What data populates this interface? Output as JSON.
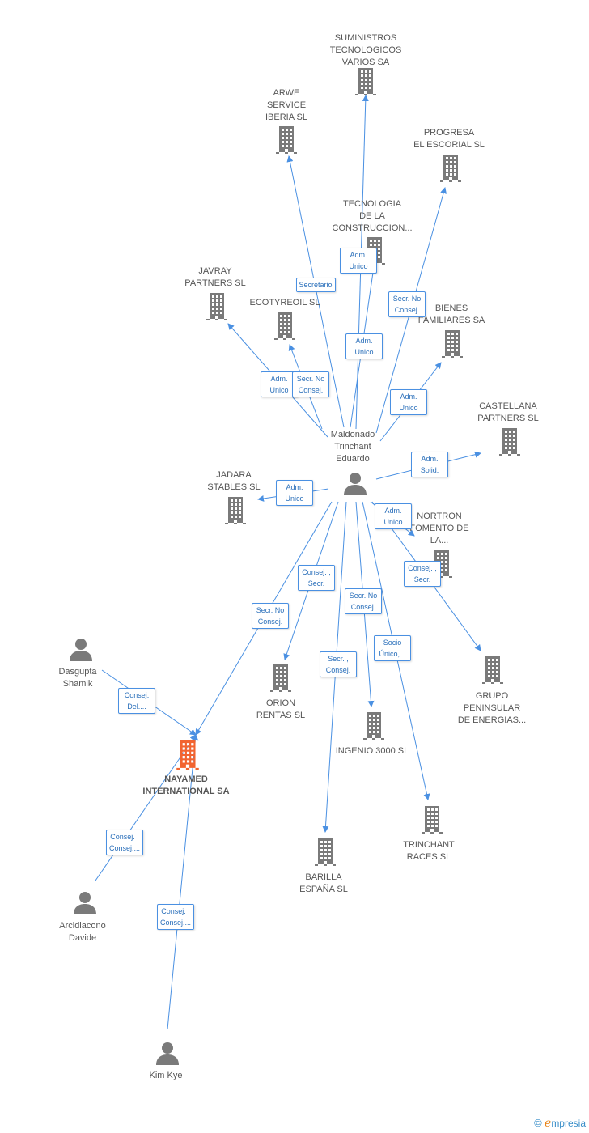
{
  "colors": {
    "edge": "#4a90e2",
    "company": "#7a7a7a",
    "focus_company": "#f26430",
    "person": "#7a7a7a"
  },
  "nodes": {
    "suministros": {
      "label": "SUMINISTROS\nTECNOLOGICOS\nVARIOS SA",
      "icon": "building-icon"
    },
    "arwe": {
      "label": "ARWE\nSERVICE\nIBERIA SL",
      "icon": "building-icon"
    },
    "progresa": {
      "label": "PROGRESA\nEL ESCORIAL SL",
      "icon": "building-icon"
    },
    "tecnologia": {
      "label": "TECNOLOGIA\nDE LA\nCONSTRUCCION...",
      "icon": "building-icon"
    },
    "javray": {
      "label": "JAVRAY\nPARTNERS SL",
      "icon": "building-icon"
    },
    "ecotyreoil": {
      "label": "ECOTYREOIL SL",
      "icon": "building-icon"
    },
    "bienes": {
      "label": "BIENES\nFAMILIARES SA",
      "icon": "building-icon"
    },
    "castellana": {
      "label": "CASTELLANA\nPARTNERS SL",
      "icon": "building-icon"
    },
    "maldonado": {
      "label": "Maldonado\nTrinchant\nEduardo",
      "icon": "person-icon"
    },
    "jadara": {
      "label": "JADARA\nSTABLES SL",
      "icon": "building-icon"
    },
    "nortron": {
      "label": "NORTRON\nFOMENTO DE\nLA...",
      "icon": "building-icon"
    },
    "orion": {
      "label": "ORION\nRENTAS SL",
      "icon": "building-icon"
    },
    "grupo": {
      "label": "GRUPO\nPENINSULAR\nDE ENERGIAS...",
      "icon": "building-icon"
    },
    "ingenio": {
      "label": "INGENIO 3000 SL",
      "icon": "building-icon"
    },
    "nayamed": {
      "label": "NAYAMED\nINTERNATIONAL SA",
      "icon": "building-icon"
    },
    "dasgupta": {
      "label": "Dasgupta\nShamik",
      "icon": "person-icon"
    },
    "trinchant": {
      "label": "TRINCHANT\nRACES SL",
      "icon": "building-icon"
    },
    "barilla": {
      "label": "BARILLA\nESPAÑA SL",
      "icon": "building-icon"
    },
    "arcidiacono": {
      "label": "Arcidiacono\nDavide",
      "icon": "person-icon"
    },
    "kimkye": {
      "label": "Kim Kye",
      "icon": "person-icon"
    }
  },
  "edges": [
    {
      "id": "e1",
      "from": "maldonado",
      "to": "suministros",
      "label": "Adm.\nUnico"
    },
    {
      "id": "e2",
      "from": "maldonado",
      "to": "arwe",
      "label": "Secretario"
    },
    {
      "id": "e3",
      "from": "maldonado",
      "to": "progresa",
      "label": "Secr. No\nConsej."
    },
    {
      "id": "e4",
      "from": "maldonado",
      "to": "tecnologia",
      "label": "Adm.\nUnico"
    },
    {
      "id": "e5",
      "from": "maldonado",
      "to": "javray",
      "label": "Adm.\nUnico"
    },
    {
      "id": "e6",
      "from": "maldonado",
      "to": "ecotyreoil",
      "label": "Secr. No\nConsej."
    },
    {
      "id": "e7",
      "from": "maldonado",
      "to": "bienes",
      "label": "Adm.\nUnico"
    },
    {
      "id": "e8",
      "from": "maldonado",
      "to": "castellana",
      "label": "Adm.\nSolid."
    },
    {
      "id": "e9",
      "from": "maldonado",
      "to": "jadara",
      "label": "Adm.\nUnico"
    },
    {
      "id": "e10",
      "from": "maldonado",
      "to": "nortron",
      "label": "Adm.\nUnico"
    },
    {
      "id": "e11",
      "from": "maldonado",
      "to": "grupo",
      "label": "Consej. ,\nSecr."
    },
    {
      "id": "e12",
      "from": "maldonado",
      "to": "orion",
      "label": "Consej. ,\nSecr."
    },
    {
      "id": "e13",
      "from": "maldonado",
      "to": "nayamed",
      "label": "Secr. No\nConsej."
    },
    {
      "id": "e14",
      "from": "maldonado",
      "to": "ingenio",
      "label": "Secr. No\nConsej."
    },
    {
      "id": "e15",
      "from": "maldonado",
      "to": "barilla",
      "label": "Secr. ,\nConsej."
    },
    {
      "id": "e16",
      "from": "maldonado",
      "to": "trinchant",
      "label": "Socio\nÚnico,..."
    },
    {
      "id": "e17",
      "from": "dasgupta",
      "to": "nayamed",
      "label": "Consej.\nDel...."
    },
    {
      "id": "e18",
      "from": "arcidiacono",
      "to": "nayamed",
      "label": "Consej. ,\nConsej...."
    },
    {
      "id": "e19",
      "from": "kimkye",
      "to": "nayamed",
      "label": "Consej. ,\nConsej...."
    }
  ],
  "footer": {
    "copyright": "©",
    "brand_initial": "e",
    "brand_rest": "mpresia"
  }
}
